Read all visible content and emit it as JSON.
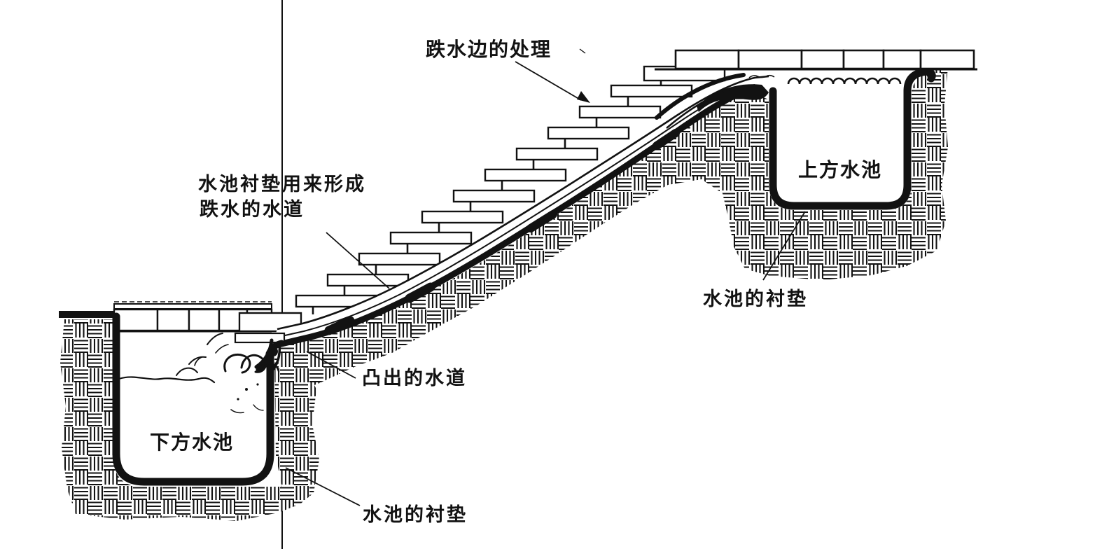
{
  "diagram": {
    "type": "section-drawing",
    "subject": "garden waterfall cascade between two pools (cross-section)",
    "colors": {
      "ink": "#121212",
      "paper": "#ffffff"
    },
    "labels": {
      "waterfall_edge": {
        "text": "跌水边的处理"
      },
      "liner_channel_l1": {
        "text": "水池衬垫用来形成"
      },
      "liner_channel_l2": {
        "text": "跌水的水道"
      },
      "upper_pool": {
        "text": "上方水池"
      },
      "upper_pool_liner": {
        "text": "水池的衬垫"
      },
      "protruding_channel": {
        "text": "凸出的水道"
      },
      "lower_pool": {
        "text": "下方水池"
      },
      "lower_pool_liner": {
        "text": "水池的衬垫"
      }
    }
  }
}
